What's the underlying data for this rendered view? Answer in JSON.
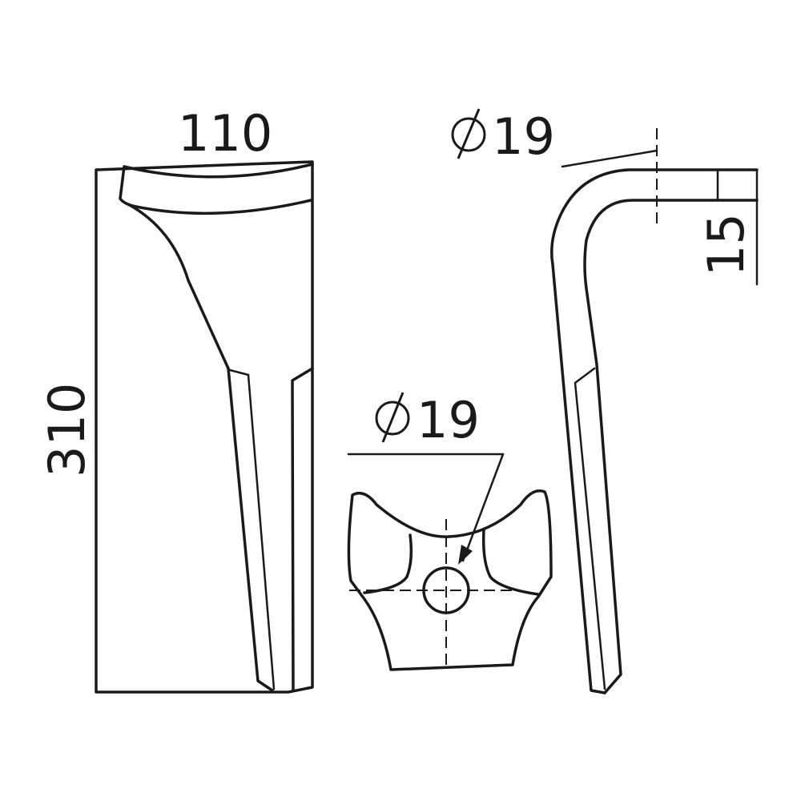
{
  "dimensions": {
    "width_label": "110",
    "height_label": "310",
    "top_hole_label": "19",
    "front_hole_label": "19",
    "thickness_label": "15"
  },
  "colors": {
    "line": "#1a1a1a",
    "background": "#ffffff"
  }
}
